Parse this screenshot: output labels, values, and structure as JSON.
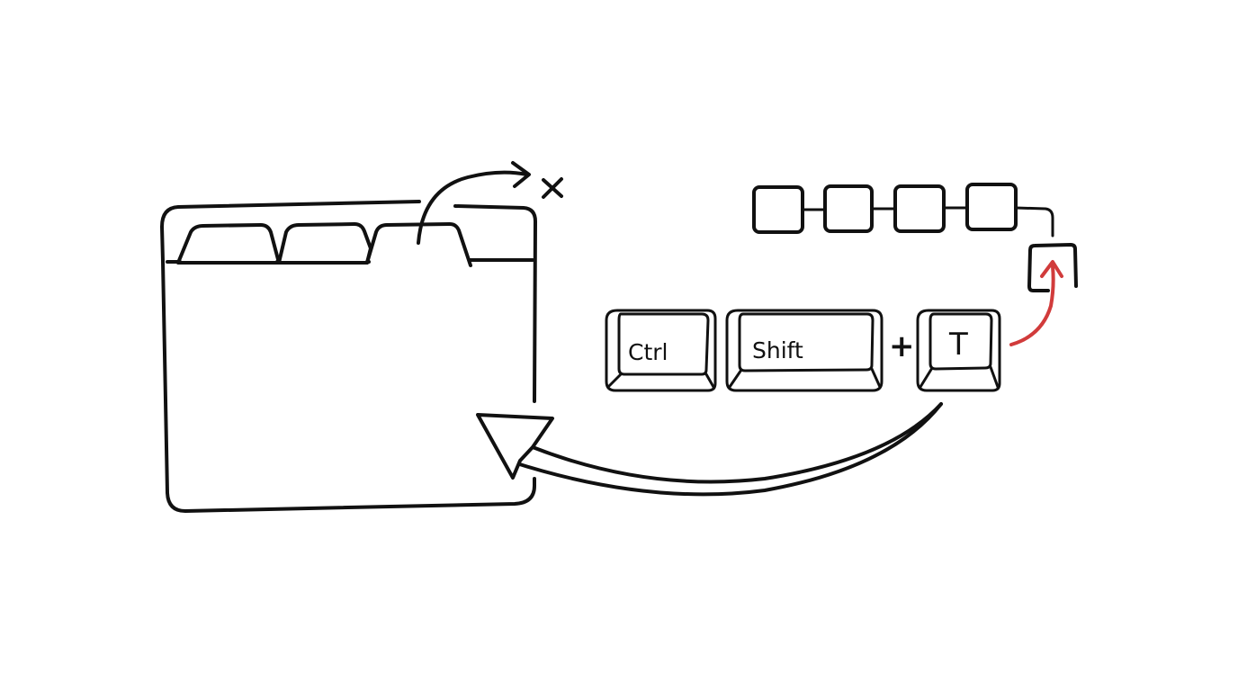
{
  "keys": {
    "ctrl": "Ctrl",
    "shift": "Shift",
    "plus": "+",
    "t": "T"
  },
  "close_mark": "×",
  "colors": {
    "ink": "#111111",
    "accent": "#d13b3b",
    "background": "#ffffff"
  },
  "icons": {
    "browser": "browser-window-icon",
    "close": "close-icon",
    "history": "tab-history-icon"
  },
  "history_stack": {
    "slots": 5
  }
}
